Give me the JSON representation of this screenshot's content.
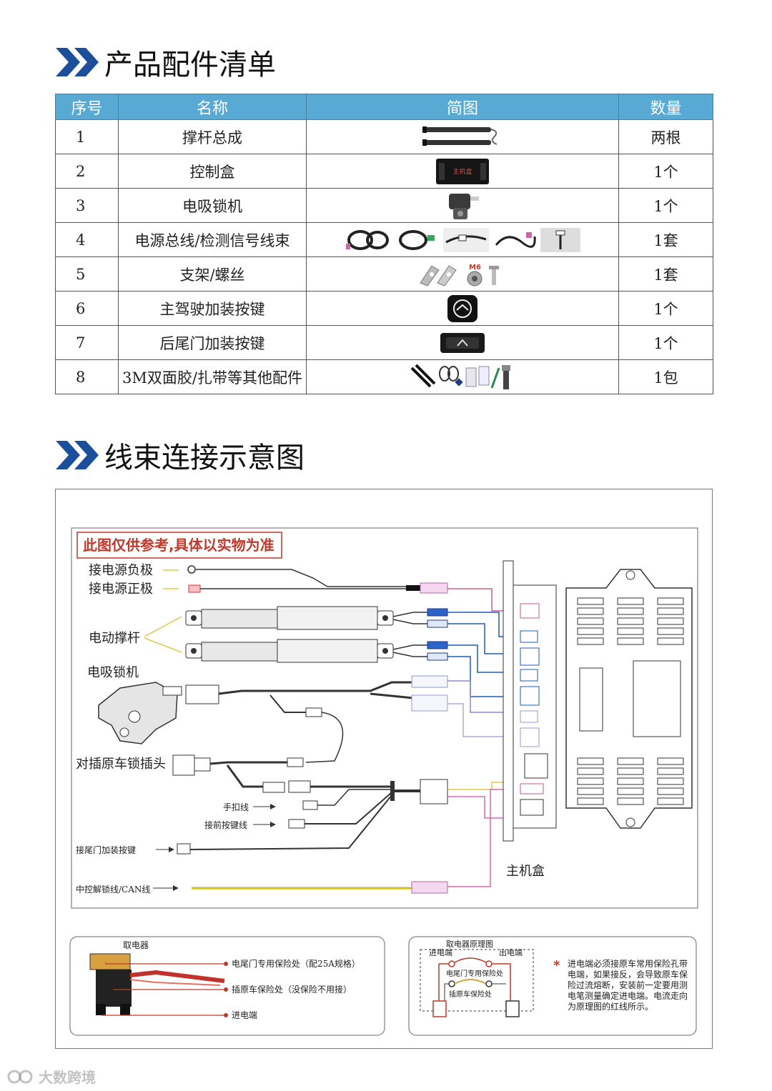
{
  "section1": {
    "title": "产品配件清单"
  },
  "table": {
    "headers": [
      "序号",
      "名称",
      "简图",
      "数量"
    ],
    "rows": [
      {
        "index": "1",
        "name": "撑杆总成",
        "qty": "两根"
      },
      {
        "index": "2",
        "name": "控制盒",
        "qty": "1个",
        "thumb_label": "主机盒"
      },
      {
        "index": "3",
        "name": "电吸锁机",
        "qty": "1个"
      },
      {
        "index": "4",
        "name": "电源总线/检测信号线束",
        "qty": "1套"
      },
      {
        "index": "5",
        "name": "支架/螺丝",
        "qty": "1套",
        "thumb_label": "M6"
      },
      {
        "index": "6",
        "name": "主驾驶加装按键",
        "qty": "1个"
      },
      {
        "index": "7",
        "name": "后尾门加装按键",
        "qty": "1个"
      },
      {
        "index": "8",
        "name": "3M双面胶/扎带等其他配件",
        "qty": "1包"
      }
    ]
  },
  "section2": {
    "title": "线束连接示意图"
  },
  "diagram": {
    "notice": "此图仅供参考,具体以实物为准",
    "labels": {
      "power_neg": "接电源负极",
      "power_pos": "接电源正极",
      "struts": "电动撑杆",
      "lock": "电吸锁机",
      "orig_plug": "对插原车锁插头",
      "hand_wire": "手扣线",
      "front_button": "接前按键线",
      "tail_button": "接尾门加装按键",
      "can_line": "中控解锁线/CAN线",
      "main_box": "主机盒"
    },
    "fuse_panel": {
      "title": "取电器",
      "label1": "电尾门专用保险处（配25A规格）",
      "label2": "插原车保险处（没保险不用接）",
      "label3": "进电端"
    },
    "principle_panel": {
      "title": "取电器原理图",
      "in_end": "进电端",
      "out_end": "出电端",
      "fuse1": "电尾门专用保险处",
      "fuse2": "插原车保险处",
      "note_mark": "*",
      "note": "进电端必须接原车常用保险孔带电端，如果接反，会导致原车保险过流熔断，安装前一定要用测电笔测量确定进电端。电流走向为原理图的红线所示。"
    }
  },
  "watermark": "大数跨境",
  "colors": {
    "header_bg": "#58a9d3",
    "chevron": "#1b4f9c",
    "notice_red": "#c0392b",
    "wire_red": "#e53935",
    "wire_blue": "#1e5bb8",
    "wire_yellow": "#f2e14c"
  }
}
